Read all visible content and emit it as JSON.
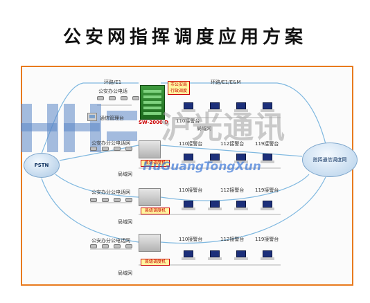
{
  "title": "公安网指挥调度应用方案",
  "diagram": {
    "pstn": "PSTN",
    "right_cloud": "指挥通信调度网",
    "top_link_left": "环路/E1",
    "top_link_right": "环路/E1/E&M",
    "hq_box": "市公安局\n行政调度",
    "hq_model": "SW-2000 D",
    "hq_station": "110接警台",
    "hq_lan": "局域网",
    "office_phone_top": "公安办公电话",
    "mgmt_console": "通信管理台",
    "branches": [
      {
        "office_phone": "公安办分公电话网",
        "switch": "县级调度机",
        "desks": [
          "110接警台",
          "112接警台",
          "119接警台"
        ],
        "lan": "局域网"
      },
      {
        "office_phone": "公安办分公电话网",
        "switch": "县级调度机",
        "desks": [
          "110接警台",
          "112接警台",
          "119接警台"
        ],
        "lan": "局域网"
      },
      {
        "office_phone": "公安办分公电话网",
        "switch": "县级调度机",
        "desks": [
          "110接警台",
          "112接警台",
          "119接警台"
        ],
        "lan": "局域网"
      }
    ]
  },
  "watermark": {
    "cn": "沪光通讯",
    "en": "HuGuangTongXun"
  },
  "colors": {
    "frame": "#e87a1e",
    "link_line": "#7fb8e0",
    "accent_red": "#cc0000"
  }
}
